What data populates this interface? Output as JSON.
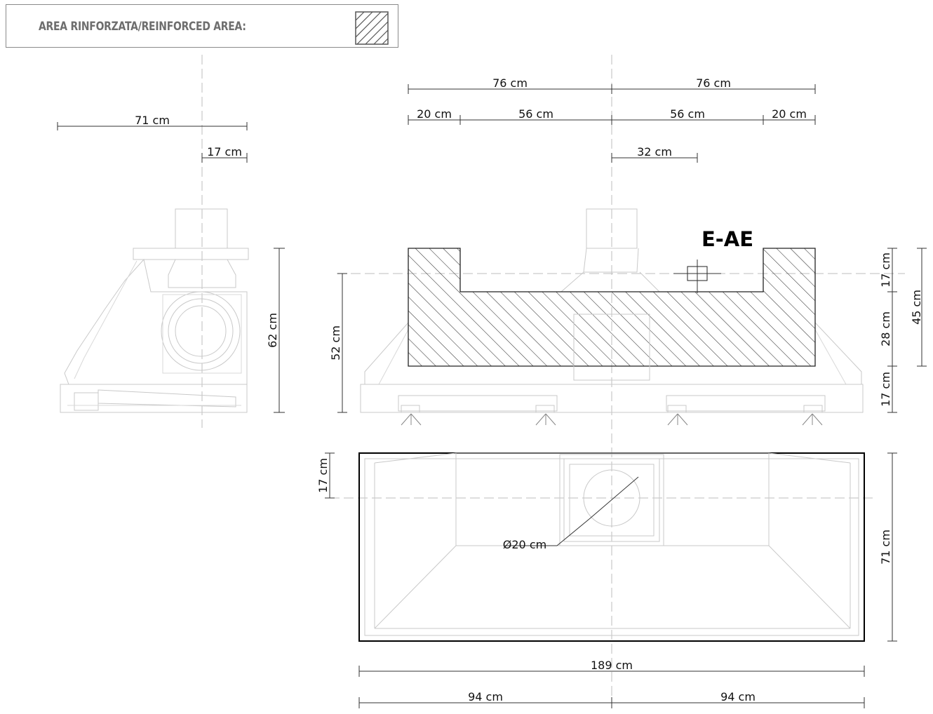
{
  "legend": {
    "label": "AREA RINFORZATA/REINFORCED AREA:"
  },
  "side_view": {
    "width_total": "71 cm",
    "offset": "17 cm",
    "height": "62 cm"
  },
  "front_view": {
    "half_left": "76 cm",
    "half_right": "76 cm",
    "edge_left": "20 cm",
    "inner_left": "56 cm",
    "inner_right": "56 cm",
    "edge_right": "20 cm",
    "mount_offset": "32 cm",
    "mount_code": "E-AE",
    "left_height": "52 cm",
    "seg_top": "17 cm",
    "seg_middle": "28 cm",
    "seg_bottom": "17 cm",
    "right_total": "45 cm"
  },
  "top_view": {
    "front_offset": "17 cm",
    "duct_diameter": "Ø20 cm",
    "depth": "71 cm",
    "width_total": "189 cm",
    "half_left": "94 cm",
    "half_right": "94 cm"
  },
  "colors": {
    "line": "#222222",
    "faint": "#c9c9c9",
    "legend_text": "#6e6e6e"
  }
}
